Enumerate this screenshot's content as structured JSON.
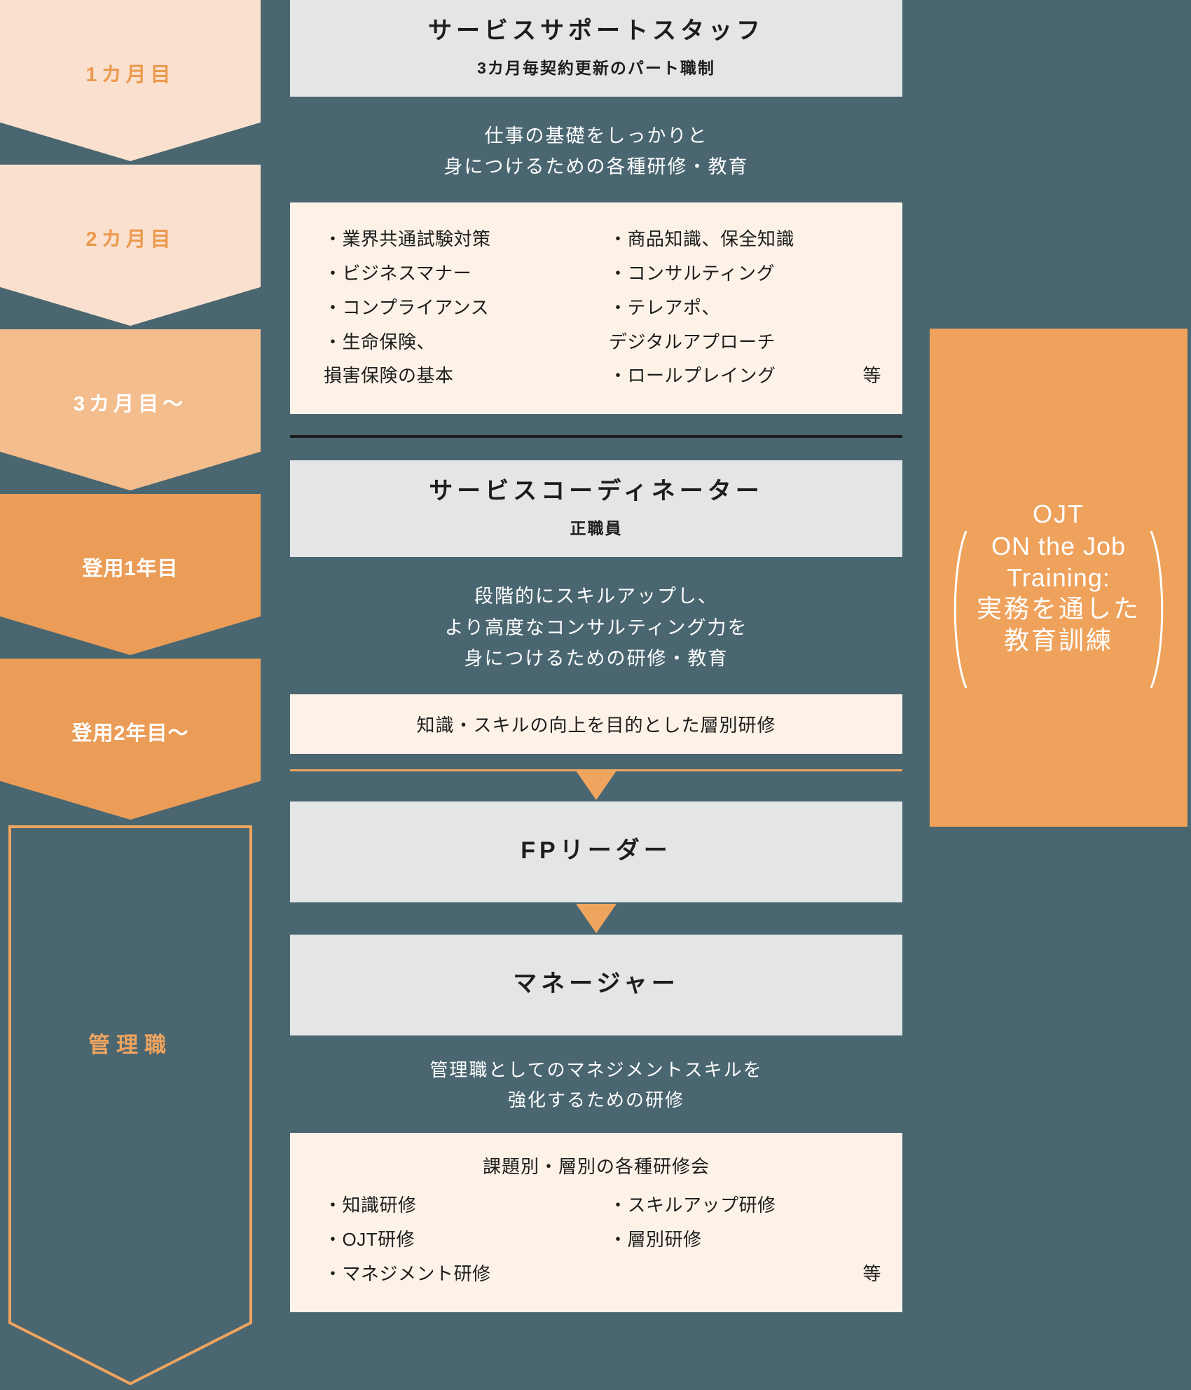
{
  "colors": {
    "background": "#4a6670",
    "light_peach": "#fae1cf",
    "mid_peach": "#f3bd8d",
    "orange": "#eb9d58",
    "accent_orange": "#efa45f",
    "grey_card": "#e3e5e6",
    "cream_card": "#fcf2e8",
    "text_dark": "#1d1d1b",
    "text_white": "#ffffff"
  },
  "timeline": {
    "steps": [
      {
        "label": "1カ月目"
      },
      {
        "label": "2カ月目"
      },
      {
        "label": "3カ月目〜"
      },
      {
        "label": "登用1年目"
      },
      {
        "label": "登用2年目〜"
      },
      {
        "label": "管理職"
      }
    ]
  },
  "stage1": {
    "title": "サービスサポートスタッフ",
    "subtitle": "3カ月毎契約更新のパート職制",
    "lede": "仕事の基礎をしっかりと\n身につけるための各種研修・教育",
    "training_left": [
      "・業界共通試験対策",
      "・ビジネスマナー",
      "・コンプライアンス",
      "・生命保険、\n損害保険の基本"
    ],
    "training_right": [
      "・商品知識、保全知識",
      "・コンサルティング",
      "・テレアポ、\nデジタルアプローチ",
      "・ロールプレイング"
    ],
    "etc": "等"
  },
  "stage2": {
    "title": "サービスコーディネーター",
    "subtitle": "正職員",
    "lede": "段階的にスキルアップし、\nより高度なコンサルティング力を\n身につけるための研修・教育",
    "training_single": "知識・スキルの向上を目的とした層別研修"
  },
  "stage3": {
    "title": "FPリーダー"
  },
  "stage4": {
    "title": "マネージャー",
    "lede": "管理職としてのマネジメントスキルを\n強化するための研修",
    "training_head": "課題別・層別の各種研修会",
    "training_left": [
      "・知識研修",
      "・OJT研修",
      "・マネジメント研修"
    ],
    "training_right": [
      "・スキルアップ研修",
      "・層別研修"
    ],
    "etc": "等"
  },
  "ojt": {
    "title": "OJT",
    "line1": "ON the Job",
    "line2": "Training:",
    "line3": "実務を通した",
    "line4": "教育訓練"
  }
}
